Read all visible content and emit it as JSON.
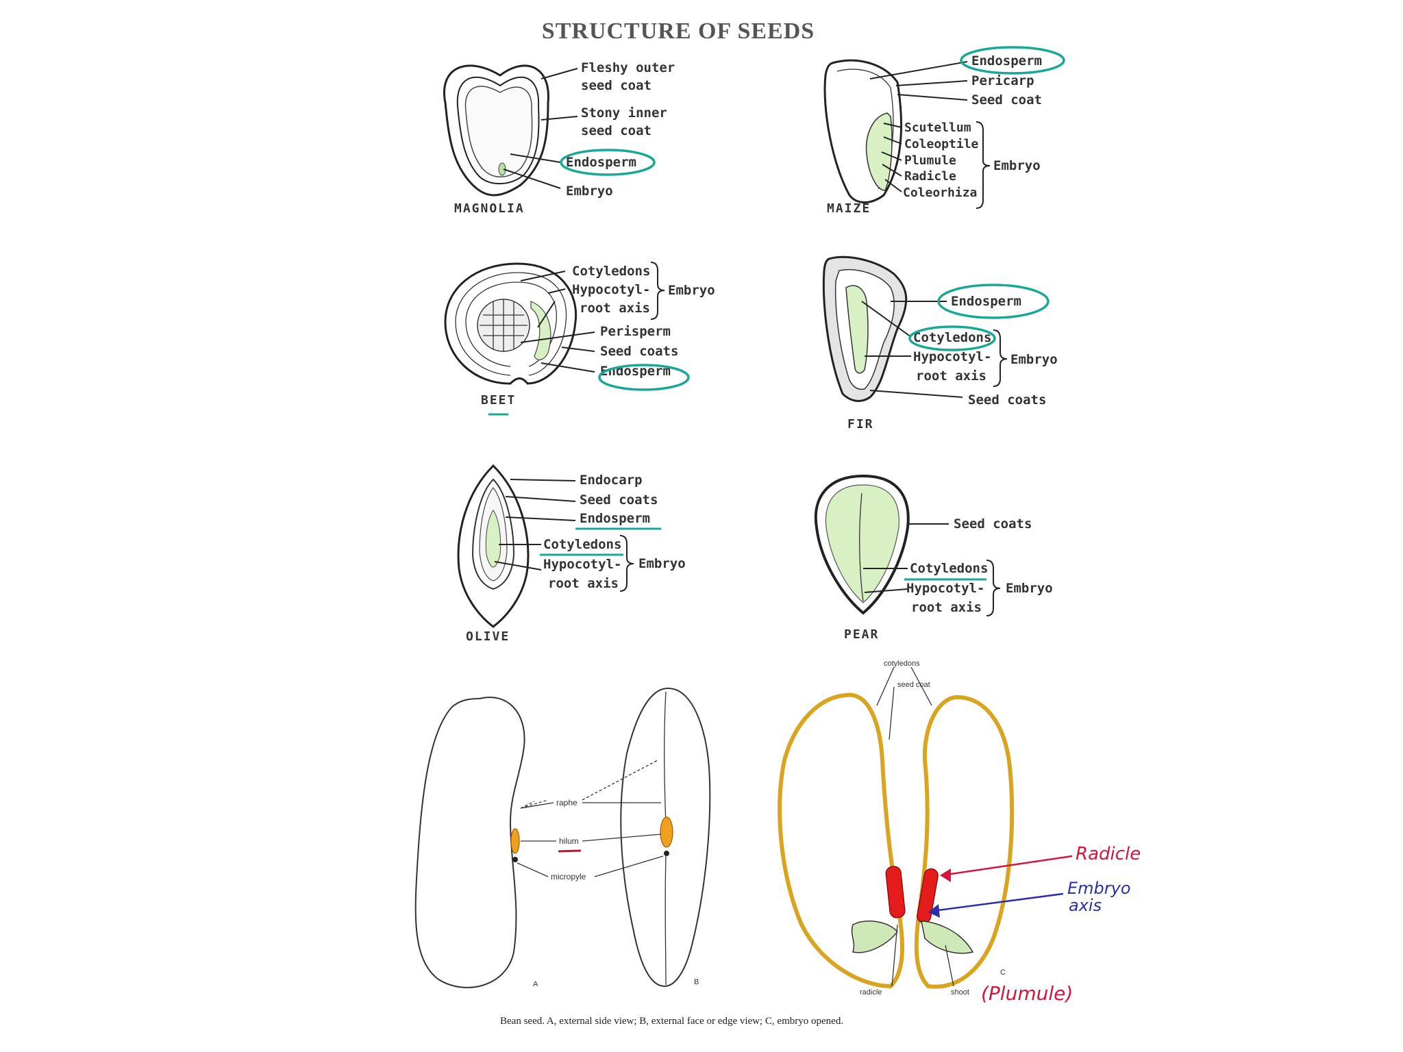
{
  "title": "STRUCTURE OF SEEDS",
  "magnolia": {
    "name": "MAGNOLIA",
    "fleshy_1": "Fleshy outer",
    "fleshy_2": "seed coat",
    "stony_1": "Stony inner",
    "stony_2": "seed coat",
    "endosperm": "Endosperm",
    "embryo": "Embryo"
  },
  "maize": {
    "name": "MAIZE",
    "endosperm": "Endosperm",
    "pericarp": "Pericarp",
    "seed_coat": "Seed coat",
    "scutellum": "Scutellum",
    "coleoptile": "Coleoptile",
    "plumule": "Plumule",
    "radicle": "Radicle",
    "coleorhiza": "Coleorhiza",
    "embryo": "Embryo"
  },
  "beet": {
    "name": "BEET",
    "cotyledons": "Cotyledons",
    "hypocotyl": "Hypocotyl-",
    "root_axis": "root axis",
    "embryo": "Embryo",
    "perisperm": "Perisperm",
    "seed_coats": "Seed coats",
    "endosperm": "Endosperm"
  },
  "fir": {
    "name": "FIR",
    "endosperm": "Endosperm",
    "cotyledons": "Cotyledons",
    "hypocotyl": "Hypocotyl-",
    "root_axis": "root axis",
    "embryo": "Embryo",
    "seed_coats": "Seed coats"
  },
  "olive": {
    "name": "OLIVE",
    "endocarp": "Endocarp",
    "seed_coats": "Seed coats",
    "endosperm": "Endosperm",
    "cotyledons": "Cotyledons",
    "hypocotyl": "Hypocotyl-",
    "root_axis": "root axis",
    "embryo": "Embryo"
  },
  "pear": {
    "name": "PEAR",
    "seed_coats": "Seed coats",
    "cotyledons": "Cotyledons",
    "hypocotyl": "Hypocotyl-",
    "root_axis": "root axis",
    "embryo": "Embryo"
  },
  "bean": {
    "raphe": "raphe",
    "hilum": "hilum",
    "micropyle": "micropyle",
    "label_a": "A",
    "label_b": "B",
    "label_c": "C",
    "cotyledons": "cotyledons",
    "seed_coat": "seed coat",
    "radicle": "radicle",
    "shoot": "shoot",
    "hand_radicle": "Radicle",
    "hand_embryo": "Embryo",
    "hand_axis": "axis",
    "hand_plumule": "(Plumule)",
    "caption": "Bean seed. A, external side view; B, external face or edge view; C, embryo opened."
  },
  "colors": {
    "highlight": "#19a896",
    "green_fill": "#d8f0c4",
    "seed_coat_fill": "#f0c24a",
    "hilum_fill": "#f0a020",
    "red_annotation": "#d6143c",
    "blue_annotation": "#2b2fa8"
  }
}
